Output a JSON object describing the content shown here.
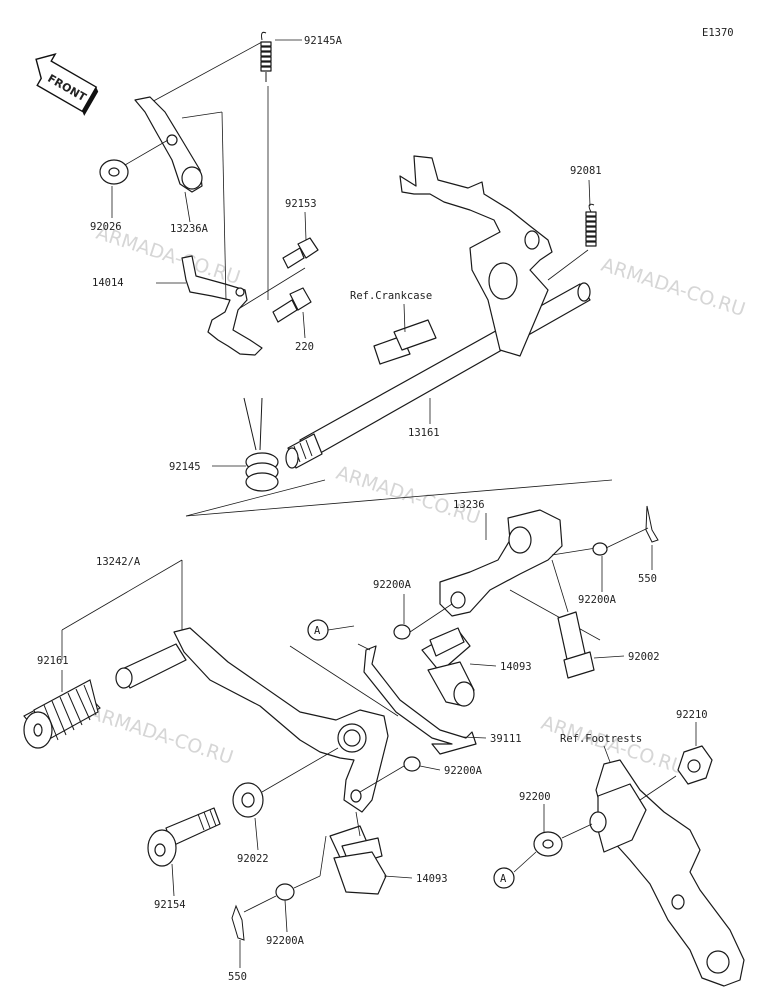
{
  "diagram_code": "E1370",
  "front_label": "FRONT",
  "watermark": "ARMADA-CO.RU",
  "callout_letter": "A",
  "parts": {
    "p92145A": "92145A",
    "p92026": "92026",
    "p13236A": "13236A",
    "p92081": "92081",
    "p92153": "92153",
    "p14014": "14014",
    "ref_crankcase": "Ref.Crankcase",
    "p220": "220",
    "p13161": "13161",
    "p92145": "92145",
    "p13236": "13236",
    "p13242A": "13242/A",
    "p92200A_1": "92200A",
    "p550_1": "550",
    "p92200A_2": "92200A",
    "p92161": "92161",
    "p14093_1": "14093",
    "p92002": "92002",
    "p39111": "39111",
    "ref_footrests": "Ref.Footrests",
    "p92210": "92210",
    "p92200A_3": "92200A",
    "p92200": "92200",
    "p92022": "92022",
    "p14093_2": "14093",
    "p92154": "92154",
    "p92200A_4": "92200A",
    "p550_2": "550"
  }
}
